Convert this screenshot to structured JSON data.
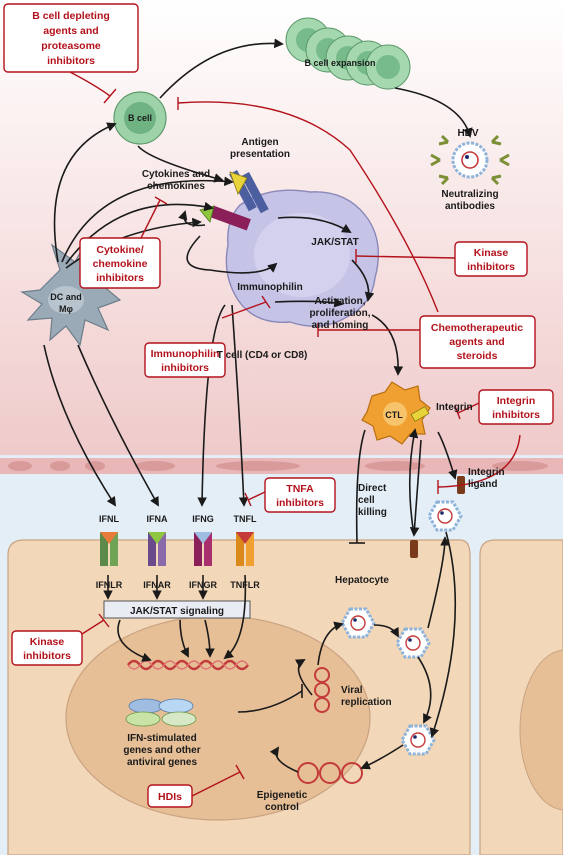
{
  "labels": {
    "b_cell": "B cell",
    "b_cell_expansion": "B cell expansion",
    "hbv": "HBV",
    "neutralizing_antibodies_1": "Neutralizing",
    "neutralizing_antibodies_2": "antibodies",
    "antigen_presentation_1": "Antigen",
    "antigen_presentation_2": "presentation",
    "cytokines_chemokines_1": "Cytokines and",
    "cytokines_chemokines_2": "chemokines",
    "jak_stat": "JAK/STAT",
    "immunophilin": "Immunophilin",
    "activation_1": "Activation,",
    "activation_2": "proliferation,",
    "activation_3": "and homing",
    "t_cell": "T cell (CD4 or CD8)",
    "dc_1": "DC and",
    "dc_2": "Mφ",
    "ctl": "CTL",
    "integrin": "Integrin",
    "integrin_ligand_1": "Integrin",
    "integrin_ligand_2": "ligand",
    "direct_killing_1": "Direct",
    "direct_killing_2": "cell",
    "direct_killing_3": "killing",
    "hepatocyte": "Hepatocyte",
    "ifnl": "IFNL",
    "ifna": "IFNA",
    "ifng": "IFNG",
    "tnfl": "TNFL",
    "ifnlr": "IFNLR",
    "ifnar": "IFNAR",
    "ifngr": "IFNGR",
    "tnflr": "TNFLR",
    "jak_stat_signaling": "JAK/STAT signaling",
    "viral_replication_1": "Viral",
    "viral_replication_2": "replication",
    "isg_1": "IFN-stimulated",
    "isg_2": "genes and other",
    "isg_3": "antiviral genes",
    "epigenetic_1": "Epigenetic",
    "epigenetic_2": "control"
  },
  "drug_boxes": {
    "b_cell_depleting_1": "B cell depleting",
    "b_cell_depleting_2": "agents and",
    "b_cell_depleting_3": "proteasome",
    "b_cell_depleting_4": "inhibitors",
    "cytokine_1": "Cytokine/",
    "cytokine_2": "chemokine",
    "cytokine_3": "inhibitors",
    "kinase_top_1": "Kinase",
    "kinase_top_2": "inhibitors",
    "chemo_1": "Chemotherapeutic",
    "chemo_2": "agents and",
    "chemo_3": "steroids",
    "immunophilin_1": "Immunophilin",
    "immunophilin_2": "inhibitors",
    "integrin_1": "Integrin",
    "integrin_2": "inhibitors",
    "tnfa_1": "TNFA",
    "tnfa_2": "inhibitors",
    "kinase_bottom_1": "Kinase",
    "kinase_bottom_2": "inhibitors",
    "hdis": "HDIs"
  },
  "colors": {
    "inhibitor_red": "#b3121b",
    "b_cell_green": "#8cc99a",
    "t_cell_lavender": "#c5c3e6",
    "dc_slate": "#9aaab6",
    "ctl_orange": "#f0a030",
    "hepatocyte_tan": "#f2d7b8",
    "nucleus_tan": "#e6bf96",
    "blood_pink": "#f3d5d5",
    "interstitium_blue": "#e4eef7"
  }
}
